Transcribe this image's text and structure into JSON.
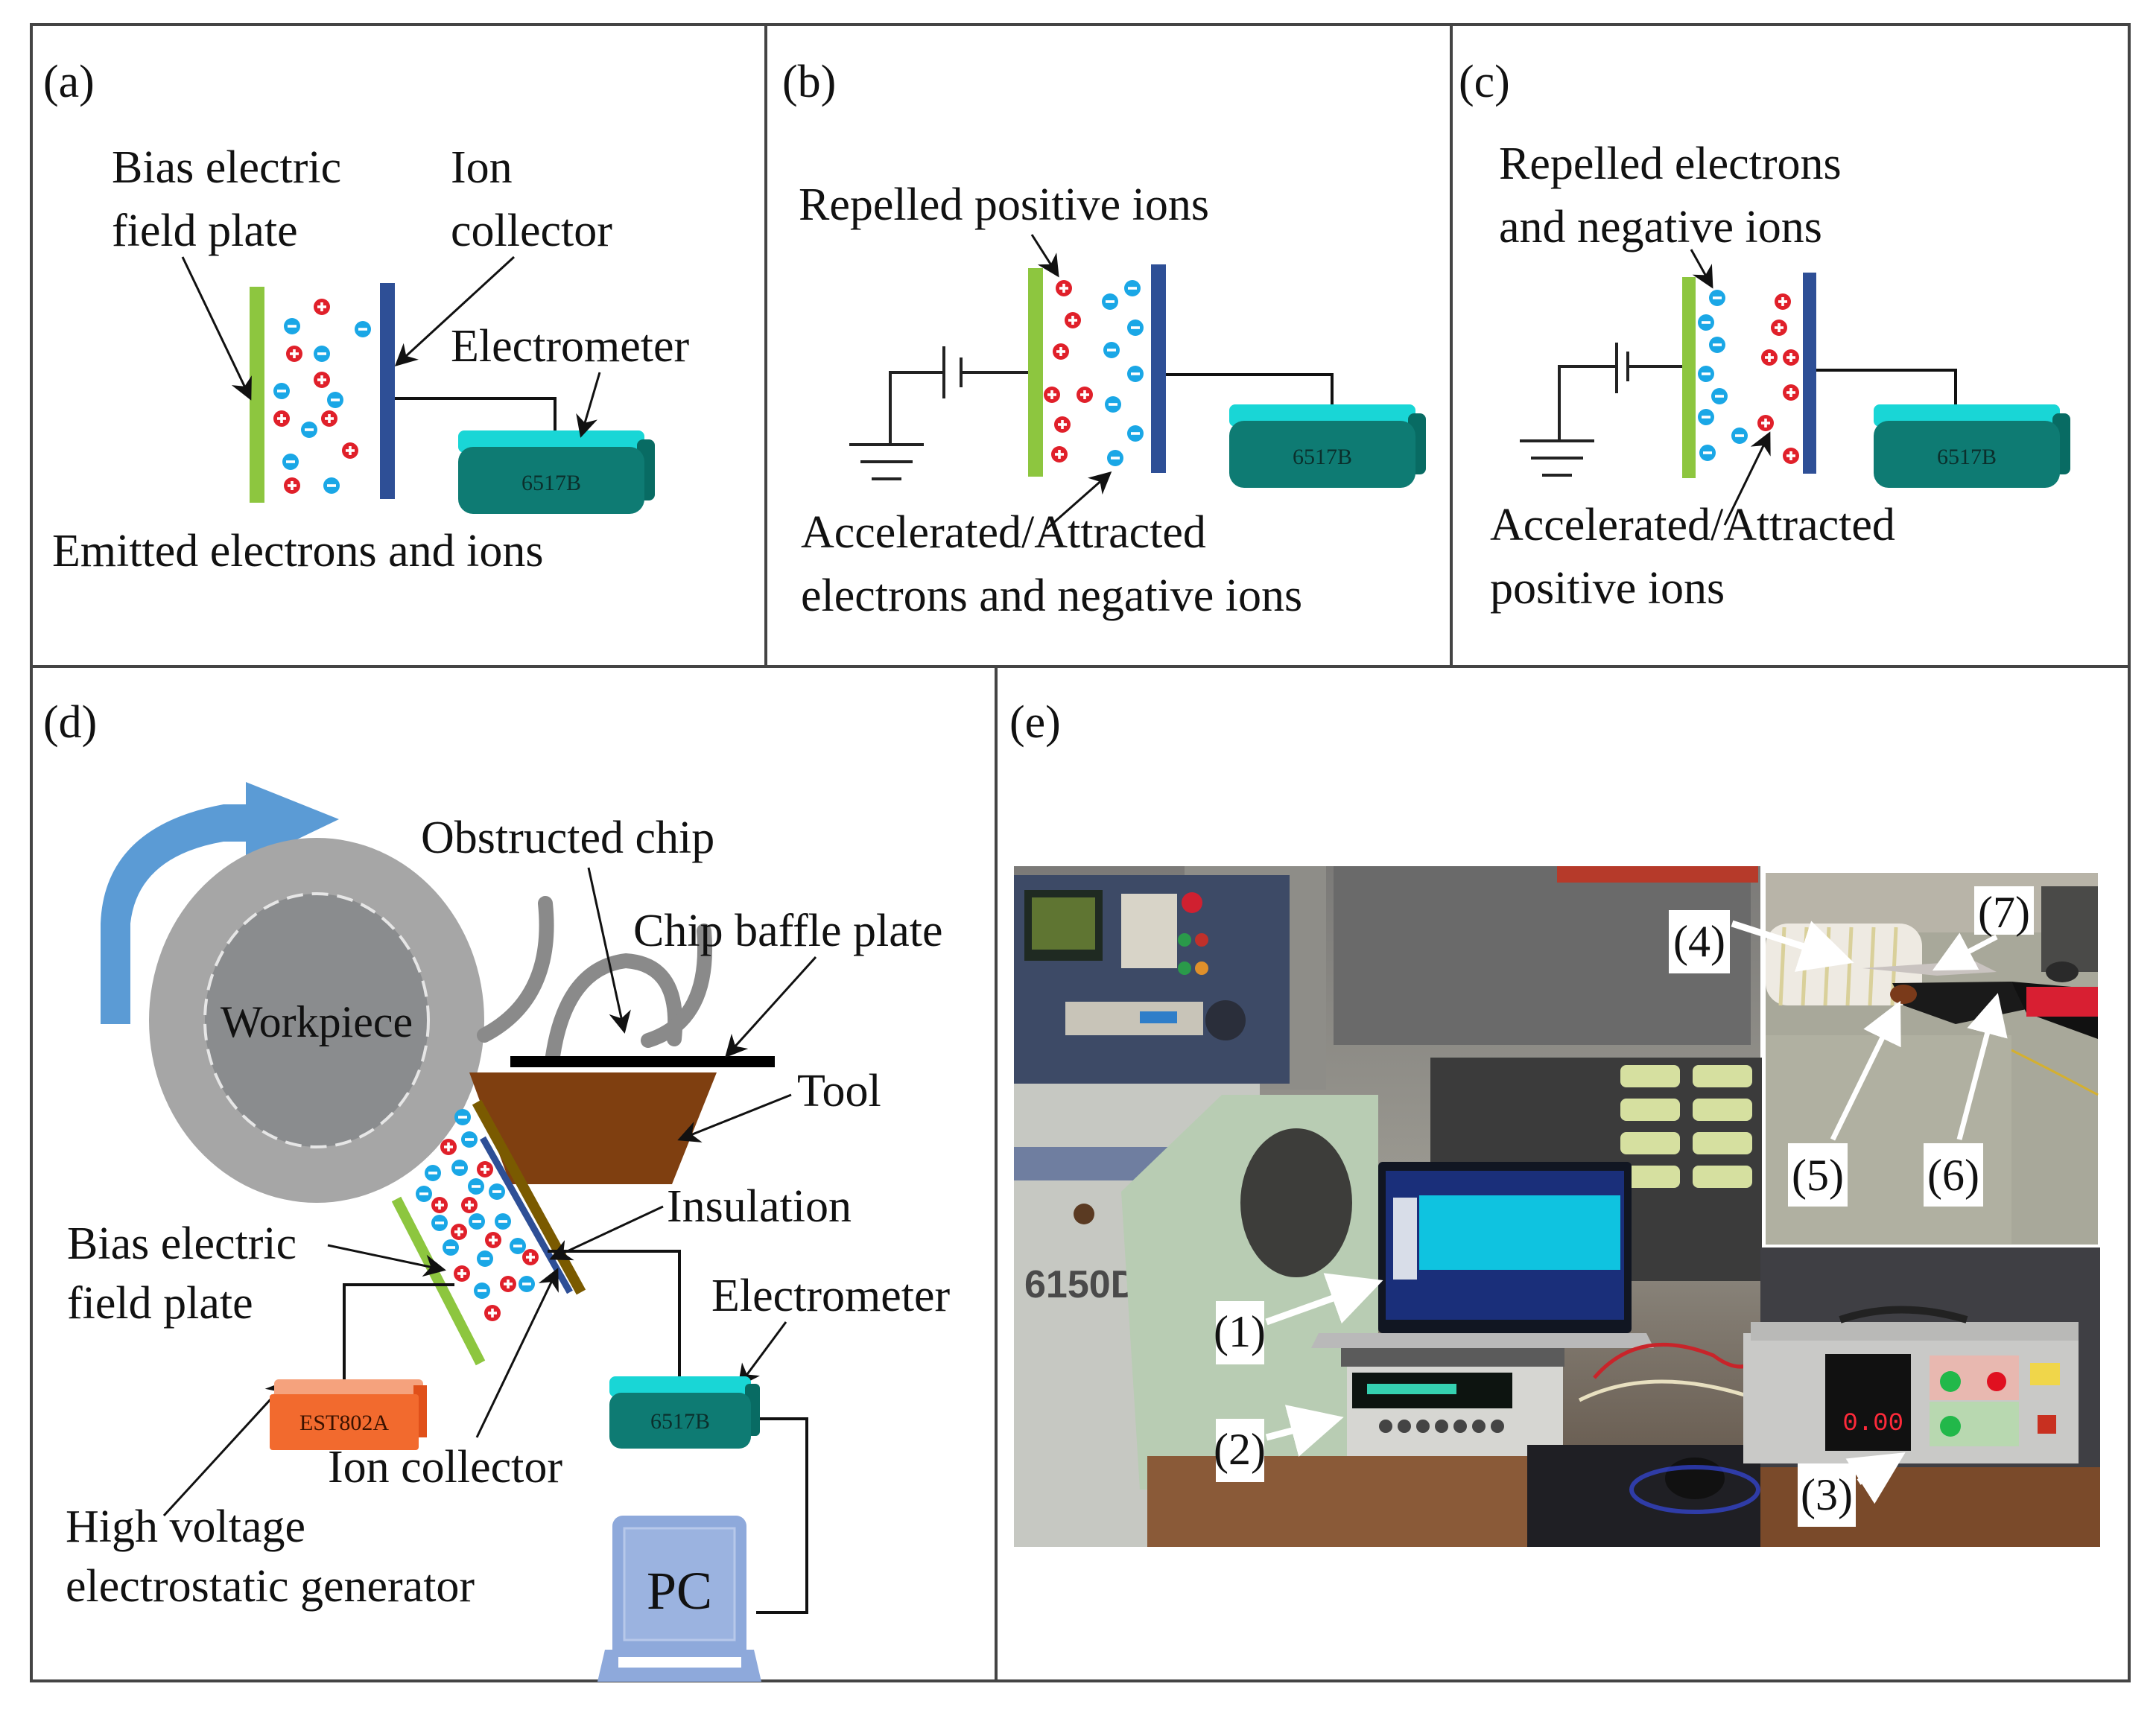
{
  "figure": {
    "panels": {
      "a": {
        "tag": "(a)",
        "labels": {
          "bias_plate_1": "Bias electric",
          "bias_plate_2": "field plate",
          "ion_collector_1": "Ion",
          "ion_collector_2": "collector",
          "electrometer": "Electrometer",
          "caption": "Emitted electrons and ions"
        },
        "device_model": "6517B"
      },
      "b": {
        "tag": "(b)",
        "labels": {
          "top": "Repelled positive ions",
          "bottom_1": "Accelerated/Attracted",
          "bottom_2": "electrons and negative ions"
        },
        "device_model": "6517B"
      },
      "c": {
        "tag": "(c)",
        "labels": {
          "top_1": "Repelled electrons",
          "top_2": "and negative ions",
          "bottom_1": "Accelerated/Attracted",
          "bottom_2": "positive ions"
        },
        "device_model": "6517B"
      },
      "d": {
        "tag": "(d)",
        "labels": {
          "workpiece": "Workpiece",
          "obstructed_chip": "Obstructed chip",
          "chip_baffle_plate": "Chip baffle plate",
          "tool": "Tool",
          "insulation": "Insulation",
          "bias_plate_1": "Bias electric",
          "bias_plate_2": "field plate",
          "electrometer": "Electrometer",
          "ion_collector": "Ion collector",
          "hv_1": "High voltage",
          "hv_2": "electrostatic generator",
          "pc": "PC"
        },
        "hv_model": "EST802A",
        "electrometer_model": "6517B"
      },
      "e": {
        "tag": "(e)",
        "callouts": [
          "(1)",
          "(2)",
          "(3)",
          "(4)",
          "(5)",
          "(6)",
          "(7)"
        ],
        "machine_label": "6150D",
        "hv_display_value": "0.00"
      }
    },
    "colors": {
      "bias_plate": "#8dc63f",
      "ion_collector": "#2e4f96",
      "positive_ion": "#e0202a",
      "negative_ion": "#1aa7e6",
      "electrometer_body": "#0e7b73",
      "electrometer_top": "#19d6d6",
      "hv_generator": "#f26a2e",
      "tool": "#7f3f10",
      "insulation": "#7a5a00",
      "workpiece_outer": "#a6a6a6",
      "workpiece_inner": "#8a8c8e",
      "rotation_arrow": "#5b9bd5",
      "pc": "#8ea9db"
    }
  }
}
